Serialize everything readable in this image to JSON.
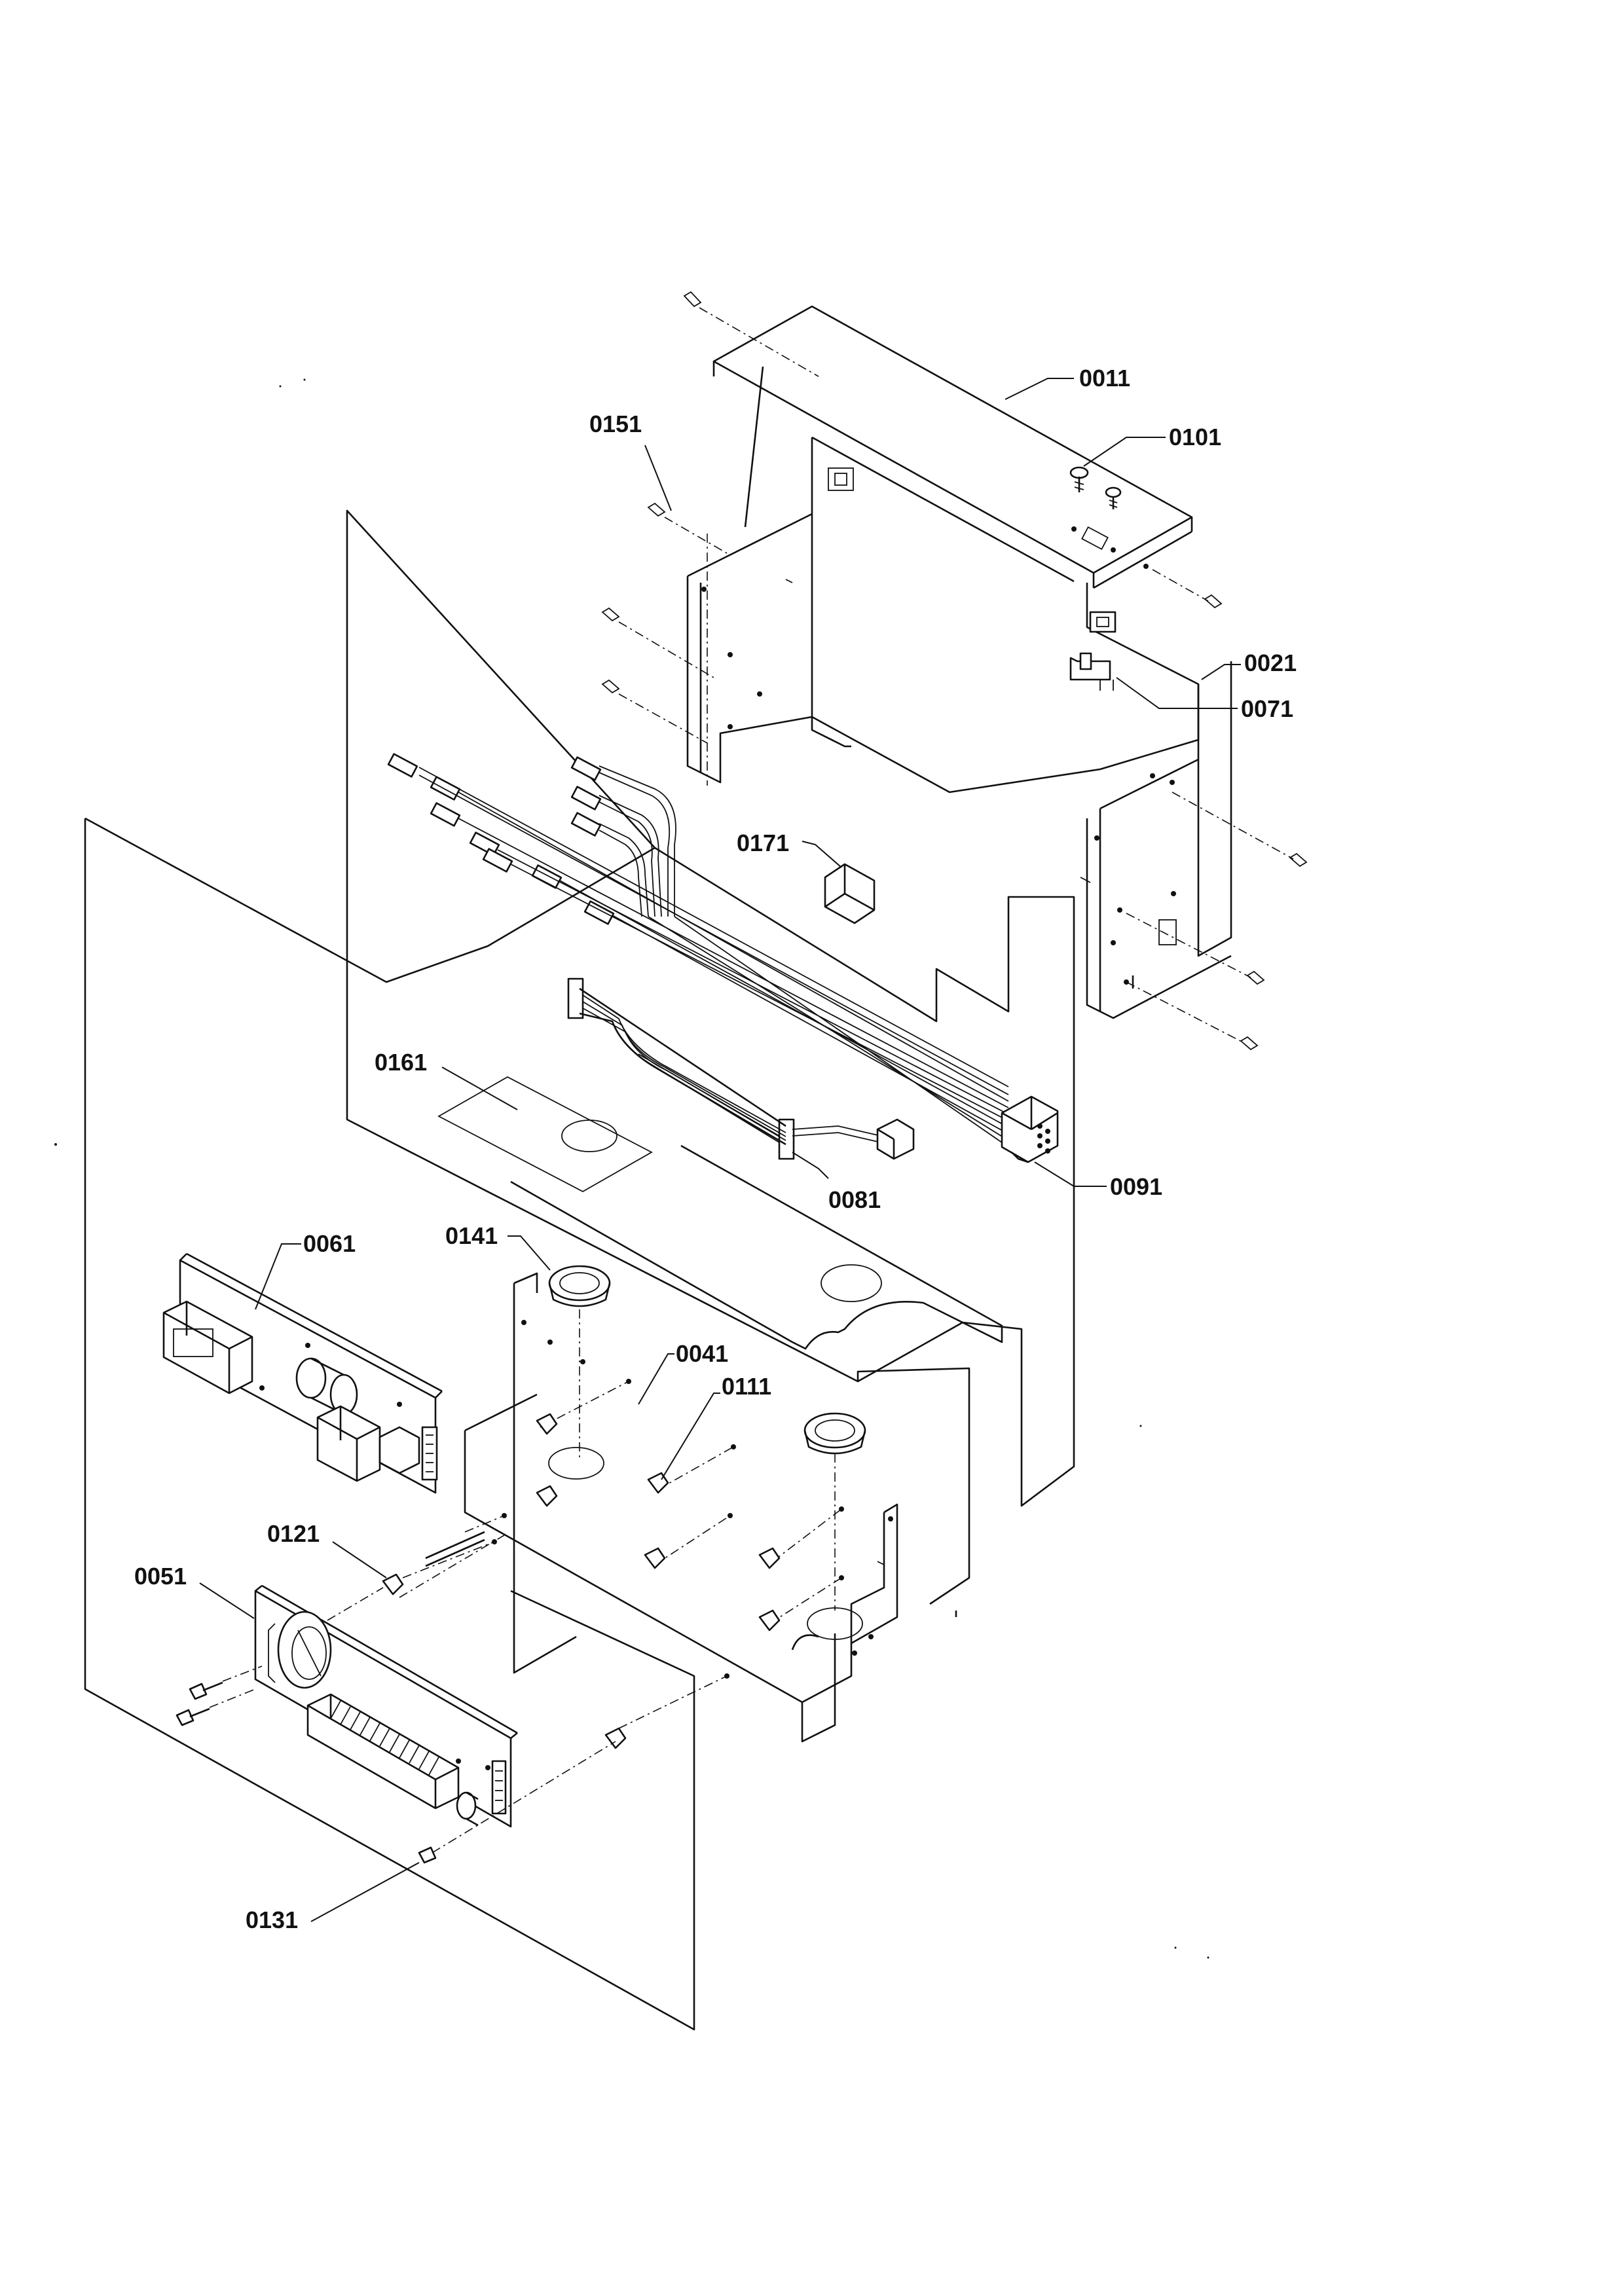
{
  "labels": {
    "p0011": "0011",
    "p0021": "0021",
    "p0041": "0041",
    "p0051": "0051",
    "p0061": "0061",
    "p0071": "0071",
    "p0081": "0081",
    "p0091": "0091",
    "p0101": "0101",
    "p0111": "0111",
    "p0121": "0121",
    "p0131": "0131",
    "p0141": "0141",
    "p0151": "0151",
    "p0161": "0161",
    "p0171": "0171"
  },
  "colors": {
    "ink": "#111111",
    "paper": "#ffffff"
  }
}
